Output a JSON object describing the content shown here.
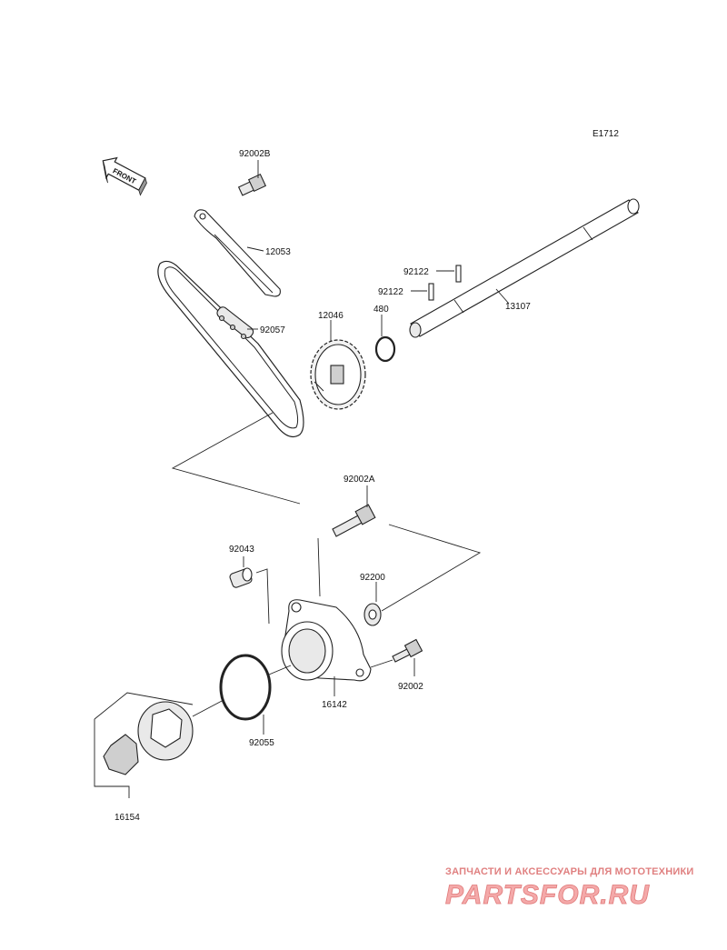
{
  "diagram_code": "E1712",
  "front_marker": "FRONT",
  "parts": {
    "p92002B": "92002B",
    "p12053": "12053",
    "p92057": "92057",
    "p12046": "12046",
    "p480": "480",
    "p92122a": "92122",
    "p92122b": "92122",
    "p13107": "13107",
    "p92002A": "92002A",
    "p92043": "92043",
    "p92200": "92200",
    "p92002": "92002",
    "p16142": "16142",
    "p92055": "92055",
    "p16154": "16154"
  },
  "watermark": {
    "tagline": "ЗАПЧАСТИ И АКСЕССУАРЫ ДЛЯ МОТОТЕХНИКИ",
    "brand": "PARTSFOR.RU"
  },
  "colors": {
    "line": "#222222",
    "watermark_text": "#e08080",
    "watermark_logo": "#f4a9a9"
  }
}
